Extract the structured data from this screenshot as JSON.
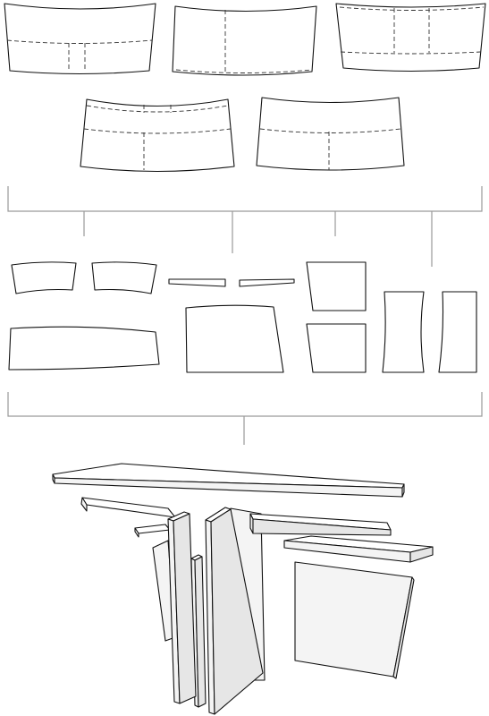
{
  "diagram": {
    "type": "exploded-assembly",
    "rows": {
      "top_row": {
        "panel_count": 3
      },
      "second_row": {
        "panel_count": 2
      },
      "components_row": {
        "part_count": 10
      },
      "assembly": {
        "view": "isometric"
      }
    },
    "colors": {
      "line": "#111111",
      "dashed_line": "#333333",
      "bracket_line": "#9a9a9a",
      "fill": "#ffffff"
    }
  }
}
